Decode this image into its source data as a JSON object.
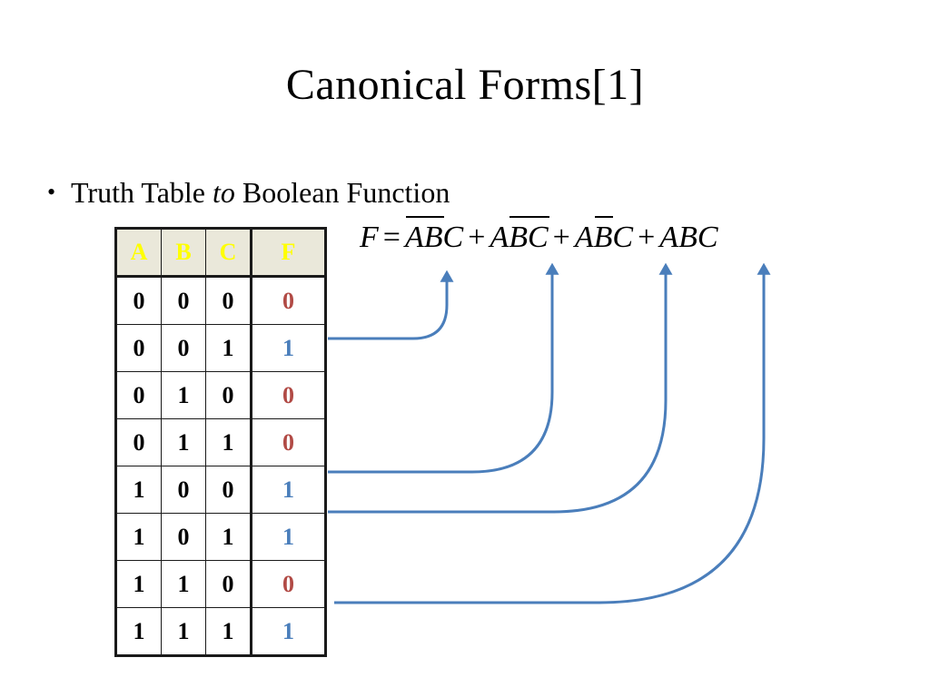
{
  "slide": {
    "title": "Canonical Forms[1]",
    "bullet": {
      "marker": "•",
      "text_before": "Truth Table ",
      "text_italic": "to",
      "text_after": " Boolean Function"
    }
  },
  "truth_table": {
    "columns": [
      "A",
      "B",
      "C",
      "F"
    ],
    "rows": [
      {
        "A": "0",
        "B": "0",
        "C": "0",
        "F": "0"
      },
      {
        "A": "0",
        "B": "0",
        "C": "1",
        "F": "1"
      },
      {
        "A": "0",
        "B": "1",
        "C": "0",
        "F": "0"
      },
      {
        "A": "0",
        "B": "1",
        "C": "1",
        "F": "0"
      },
      {
        "A": "1",
        "B": "0",
        "C": "0",
        "F": "1"
      },
      {
        "A": "1",
        "B": "0",
        "C": "1",
        "F": "1"
      },
      {
        "A": "1",
        "B": "1",
        "C": "0",
        "F": "0"
      },
      {
        "A": "1",
        "B": "1",
        "C": "1",
        "F": "1"
      }
    ],
    "colors": {
      "header_background": "#EAE8DA",
      "header_text": "#FFFF00",
      "input_text": "#000000",
      "f_one": "#4A7EBB",
      "f_zero": "#B14A45",
      "border": "#1A1A1A"
    }
  },
  "equation": {
    "lhs": "F",
    "equals": "=",
    "plus": "+",
    "terms": [
      {
        "id": "term-1",
        "literals": [
          {
            "sym": "A",
            "bar": true
          },
          {
            "sym": "B",
            "bar": true
          },
          {
            "sym": "C",
            "bar": false
          }
        ],
        "text": "A'B'C"
      },
      {
        "id": "term-2",
        "literals": [
          {
            "sym": "A",
            "bar": false
          },
          {
            "sym": "B",
            "bar": true
          },
          {
            "sym": "C",
            "bar": true
          }
        ],
        "text": "AB'C'"
      },
      {
        "id": "term-3",
        "literals": [
          {
            "sym": "A",
            "bar": false
          },
          {
            "sym": "B",
            "bar": true
          },
          {
            "sym": "C",
            "bar": false
          }
        ],
        "text": "AB'C"
      },
      {
        "id": "term-4",
        "literals": [
          {
            "sym": "A",
            "bar": false
          },
          {
            "sym": "B",
            "bar": false
          },
          {
            "sym": "C",
            "bar": false
          }
        ],
        "text": "ABC"
      }
    ],
    "full_text": "F = A'B'C + AB'C' + AB'C + ABC"
  },
  "arrows": {
    "color": "#4A7EBB",
    "stroke_width": 3,
    "connections": [
      {
        "from_row_index": 1,
        "from_row": "0 0 1",
        "to_term": "term-1"
      },
      {
        "from_row_index": 4,
        "from_row": "1 0 0",
        "to_term": "term-2"
      },
      {
        "from_row_index": 5,
        "from_row": "1 0 1",
        "to_term": "term-3"
      },
      {
        "from_row_index": 7,
        "from_row": "1 1 1",
        "to_term": "term-4"
      }
    ]
  }
}
